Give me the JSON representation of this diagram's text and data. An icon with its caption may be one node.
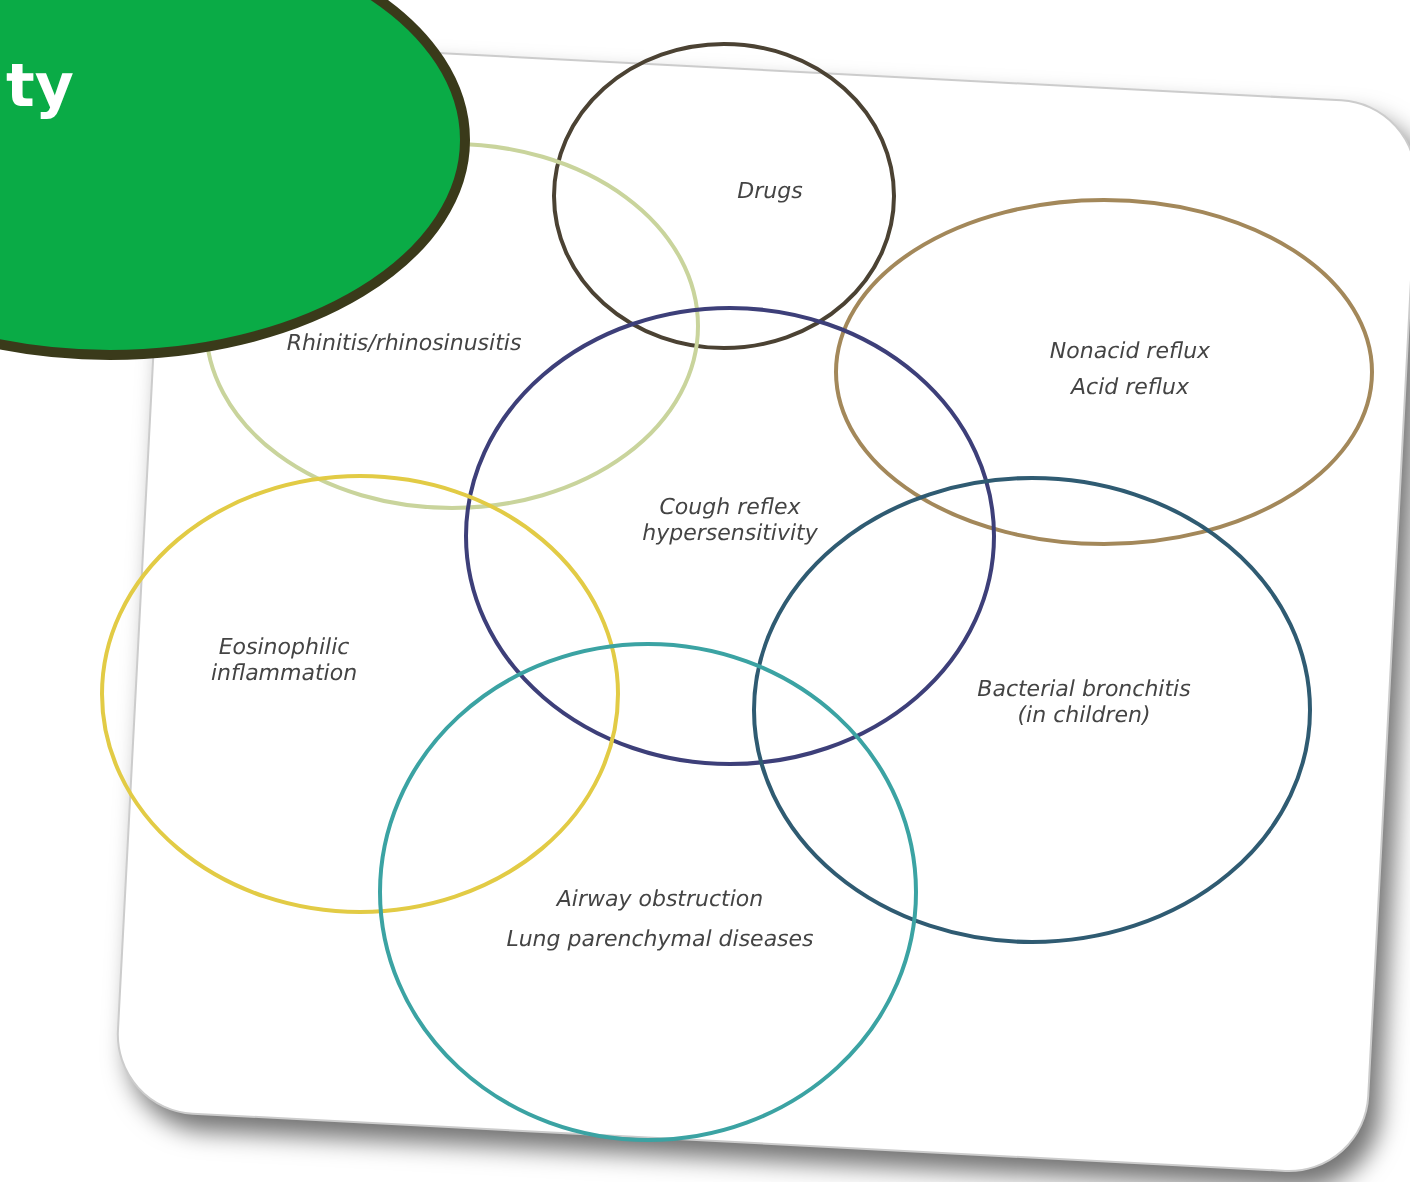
{
  "diagram": {
    "nodes": [
      {
        "text": [
          "ty"
        ]
      },
      {
        "text": [
          "Drugs"
        ]
      },
      {
        "text": [
          "Rhinitis/rhinosinusitis"
        ]
      },
      {
        "text": [
          "Nonacid reflux",
          "Acid reflux"
        ]
      },
      {
        "text": [
          "Cough reflex hypersensitivity"
        ]
      },
      {
        "text": [
          "Eosinophilic inflammation"
        ]
      },
      {
        "text": [
          "Bacterial bronchitis (in children)"
        ]
      },
      {
        "text": [
          "Airway obstruction",
          "Lung parenchymal diseases"
        ]
      }
    ]
  }
}
